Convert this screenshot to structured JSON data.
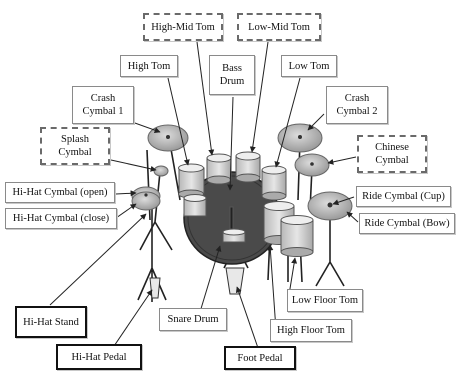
{
  "labels": {
    "high_mid_tom": "High-Mid Tom",
    "low_mid_tom": "Low-Mid Tom",
    "high_tom": "High Tom",
    "bass_drum": "Bass\nDrum",
    "low_tom": "Low Tom",
    "crash_cymbal_1": "Crash\nCymbal 1",
    "crash_cymbal_2": "Crash\nCymbal 2",
    "splash_cymbal": "Splash\nCymbal",
    "chinese_cymbal": "Chinese\nCymbal",
    "hihat_open": "Hi-Hat Cymbal (open)",
    "hihat_close": "Hi-Hat Cymbal (close)",
    "ride_cup": "Ride Cymbal (Cup)",
    "ride_bow": "Ride Cymbal (Bow)",
    "low_floor_tom": "Low Floor Tom",
    "high_floor_tom": "High Floor Tom",
    "hihat_stand": "Hi-Hat Stand",
    "snare_drum": "Snare Drum",
    "hihat_pedal": "Hi-Hat Pedal",
    "foot_pedal": "Foot Pedal"
  }
}
